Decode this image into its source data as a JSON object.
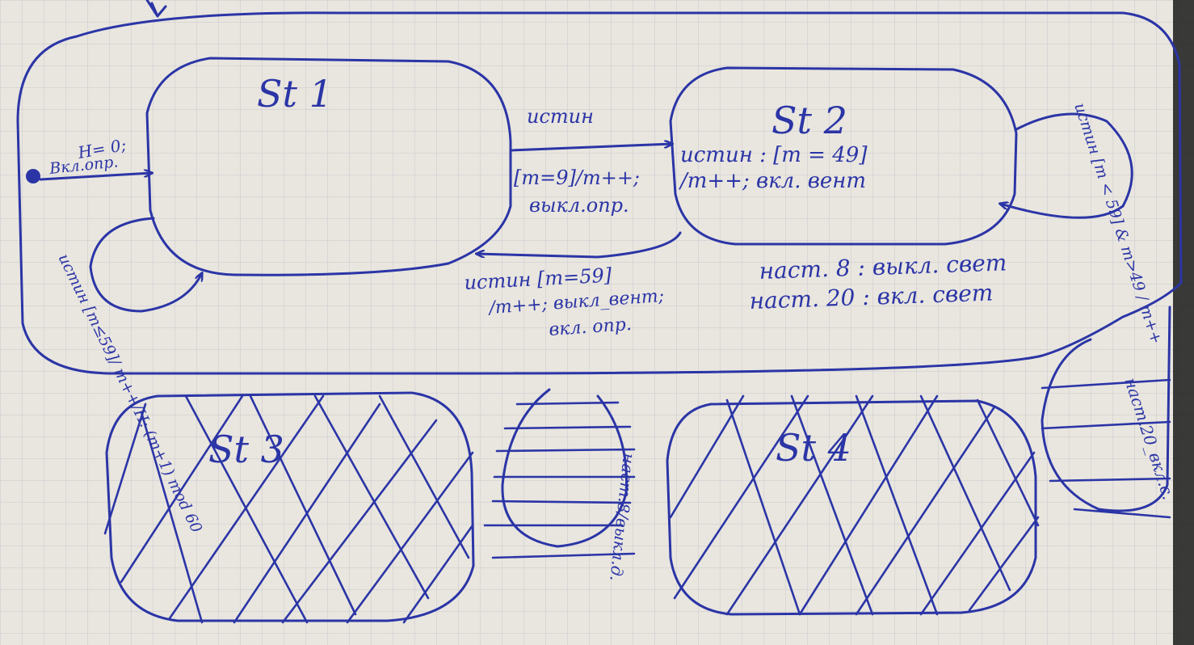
{
  "states": {
    "st1": "St 1",
    "st2": "St 2",
    "st3": "St 3",
    "st4": "St 4"
  },
  "init": {
    "line1": "H= 0;",
    "line2": "Вкл.опр."
  },
  "transitions": {
    "st1_to_st2_top": "истин",
    "st1_to_st2_line1": "[m=9]/m++;",
    "st1_to_st2_line2": "выкл.опр.",
    "st2_to_st1_line1": "истин [m=59]",
    "st2_to_st1_line2": "/m++; выкл_вент;",
    "st2_to_st1_line3": "вкл. опр.",
    "st1_self": "истин [m≤59]/ m++/H: (m+1) mod 60",
    "st2_self": "истин [m < 59] & m>49 / m++"
  },
  "st2_internal": {
    "line1": "истин : [m = 49]",
    "line2": "/m++; вкл. вент"
  },
  "outer_events": {
    "line1": "наст. 8 : выкл. свет",
    "line2": "наст. 20 : вкл. свет"
  },
  "crossed": {
    "middle_loop": "наст.8/выкл.д.",
    "right_loop": "наст.20_вкл.с."
  },
  "colors": {
    "ink": "#2b35a6",
    "paper": "#e9e6df",
    "grid": "#c9c6d2"
  }
}
